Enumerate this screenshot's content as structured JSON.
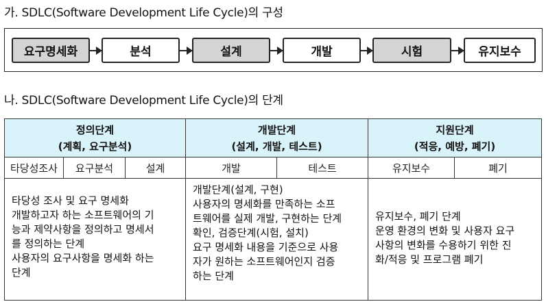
{
  "section_a": {
    "heading": "가. SDLC(Software Development Life Cycle)의 구성",
    "flow": [
      "요구명세화",
      "분석",
      "설계",
      "개발",
      "시험",
      "유지보수"
    ]
  },
  "section_b": {
    "heading": "나. SDLC(Software Development Life Cycle)의 단계",
    "phases": [
      {
        "title": "정의단계",
        "subtitle": "(계획, 요구분석)"
      },
      {
        "title": "개발단계",
        "subtitle": "(설계, 개발, 테스트)"
      },
      {
        "title": "지원단계",
        "subtitle": "(적응, 예방, 폐기)"
      }
    ],
    "steps": [
      "타당성조사",
      "요구분석",
      "설계",
      "개발",
      "테스트",
      "유지보수",
      "폐기"
    ],
    "descriptions": {
      "definition": [
        "타당성 조사 및 요구 명세화",
        "개발하고자 하는 소프트웨어의 기",
        "능과 제약사항을 정의하고 명세서",
        "를 정의하는 단계",
        "사용자의 요구사항을 명세화 하는",
        "단계"
      ],
      "development": [
        "개발단계(설계, 구현)",
        "사용자의 명세화를 만족하는 소프",
        "트웨어를 실제 개발, 구현하는 단계",
        "확인, 검증단계(시험, 설치)",
        "요구 명세화 내용을 기준으로 사용",
        "자가 원하는 소프트웨어인지 검증",
        "하는 단계"
      ],
      "support": [
        "유지보수, 폐기 단계",
        "운영 환경의 변화 및 사용자 요구",
        "사항의 변화를 수용하기 위한 진",
        "화/적응 및 프로그램 폐기"
      ]
    }
  },
  "colors": {
    "header_bg": "#d9f3fa",
    "gray_box": "#d4d4d4"
  }
}
